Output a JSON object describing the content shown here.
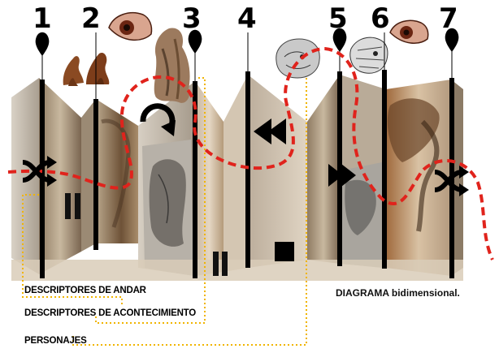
{
  "stations": [
    {
      "number": "1"
    },
    {
      "number": "2"
    },
    {
      "number": "3"
    },
    {
      "number": "4"
    },
    {
      "number": "5"
    },
    {
      "number": "6"
    },
    {
      "number": "7"
    }
  ],
  "legend": {
    "descriptores_andar": "DESCRIPTORES DE ANDAR",
    "descriptores_acontecimiento": "DESCRIPTORES DE ACONTECIMIENTO",
    "personajes": "PERSONAJES"
  },
  "diagram_title": "DIAGRAMA  bidimensional.",
  "icons": [
    "shuffle-icon",
    "pause-icon",
    "repeat-icon",
    "pause-icon",
    "rewind-icon",
    "stop-icon",
    "fast-forward-icon",
    "shuffle-icon",
    "eye-icon",
    "pin-icon"
  ],
  "colors": {
    "path_red": "#e0231c",
    "dotted_yellow": "#f0b400",
    "bar_black": "#000000"
  }
}
